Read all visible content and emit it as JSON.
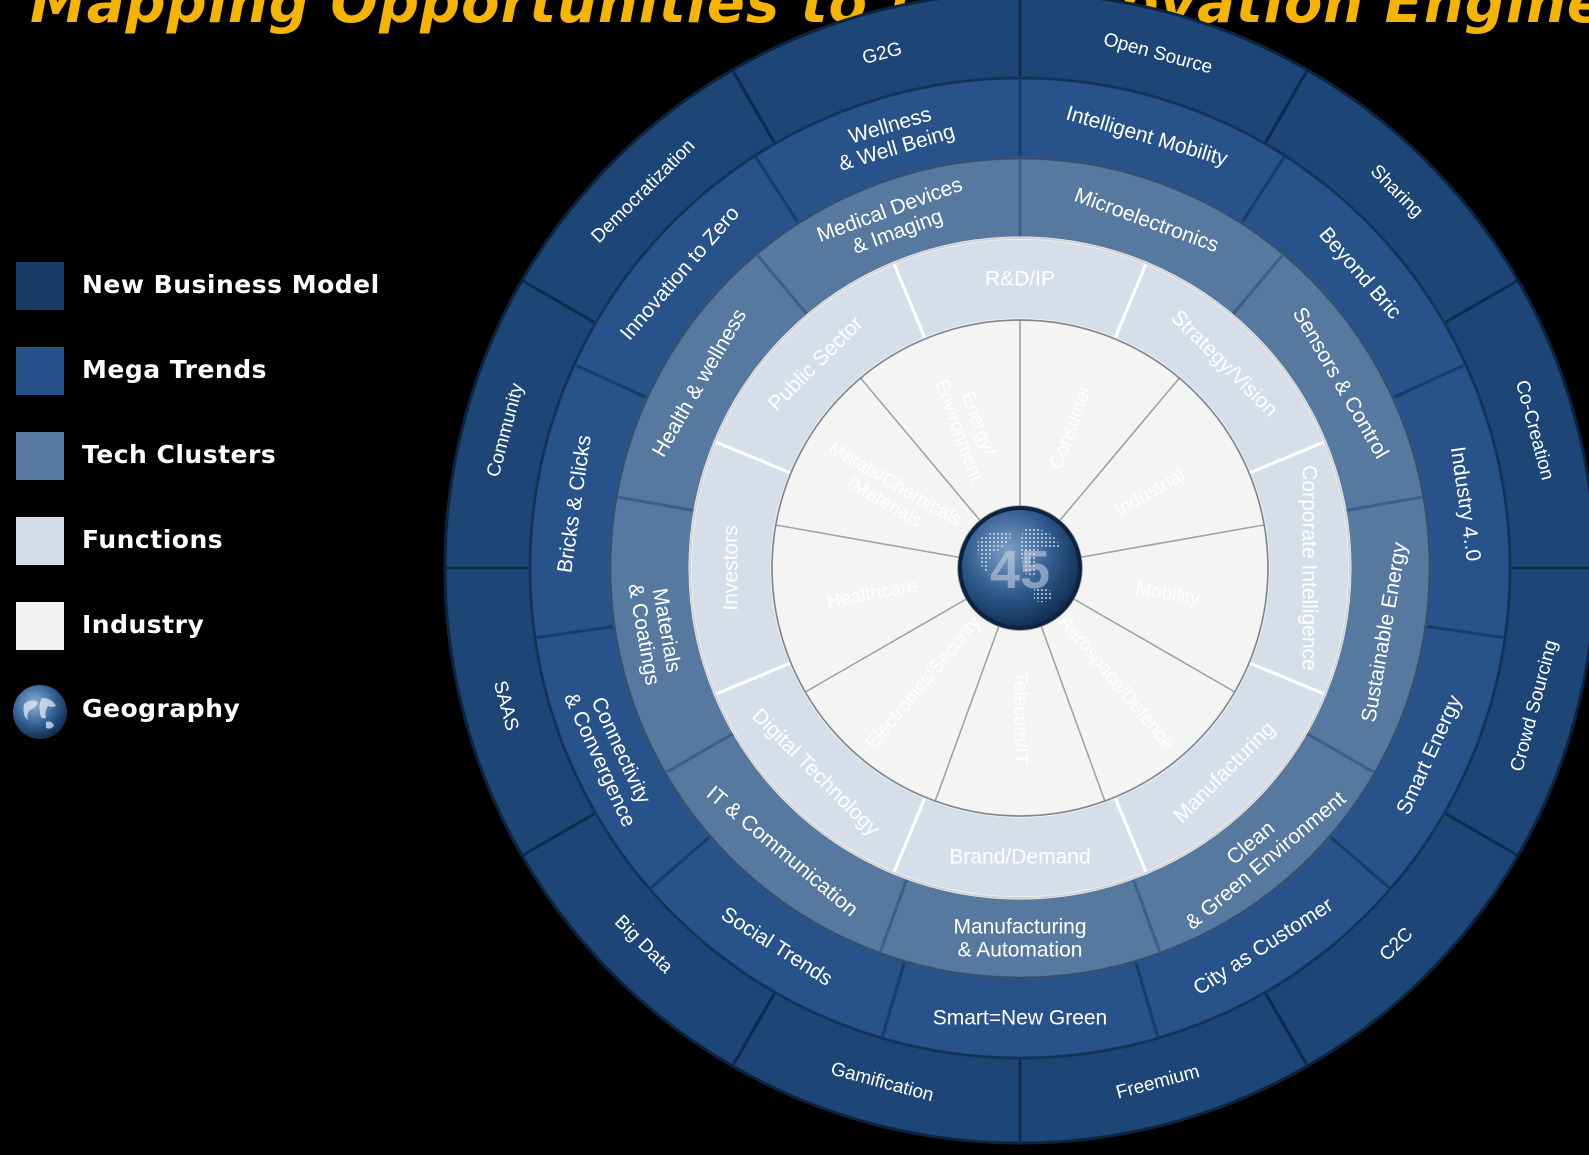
{
  "title": "Mapping Opportunities to the Innovation Engine",
  "legend": [
    {
      "label": "New Business Model",
      "color": "#153a66"
    },
    {
      "label": "Mega Trends",
      "color": "#25508a"
    },
    {
      "label": "Tech Clusters",
      "color": "#5a7aa6"
    },
    {
      "label": "Functions",
      "color": "#d3dde8"
    },
    {
      "label": "Industry",
      "color": "#f2f2f2"
    },
    {
      "label": "Geography",
      "icon": "globe-icon"
    }
  ],
  "center": {
    "number": "45",
    "icon": "globe-icon"
  },
  "rings": {
    "new_business_model": {
      "color": "#1d4575",
      "items": [
        "Open Source",
        "Sharing",
        "Co-Creation",
        "Crowd Sourcing",
        "C2C",
        "Freemium",
        "Gamification",
        "Big Data",
        "SAAS",
        "Community",
        "Democratization",
        "G2G"
      ]
    },
    "mega_trends": {
      "color": "#27528a",
      "items": [
        "Intelligent Mobility",
        "Beyond Bric",
        "Industry 4..0",
        "Smart Energy",
        "City as Customer",
        "Smart=New Green",
        "Social Trends",
        "Connectivity & Convergence",
        "Bricks & Clicks",
        "Innovation to Zero",
        "Wellness & Well Being"
      ]
    },
    "tech_clusters": {
      "color": "#58799f",
      "items": [
        "Microelectronics",
        "Sensors & Control",
        "Sustainable Energy",
        "Clean & Green Environment",
        "Manufacturing & Automation",
        "IT & Communication",
        "Materials & Coatings",
        "Health & wellness",
        "Medical Devices & Imaging"
      ]
    },
    "functions": {
      "color": "#d6dfe9",
      "items": [
        "R&D/IP",
        "Strategy/Vision",
        "Corporate Intelligence",
        "Manufacturing",
        "Brand/Demand",
        "Digital Technology",
        "Investors",
        "Public Sector"
      ]
    },
    "industry": {
      "color": "#f4f5f3",
      "items": [
        "Consumer",
        "Industrial",
        "Mobility",
        "Aerospace/Defence",
        "Telecom/IT",
        "Electronics/Security",
        "Healthcare",
        "Metals/Chemicals /Materials",
        "Energy/ Environment"
      ]
    }
  }
}
